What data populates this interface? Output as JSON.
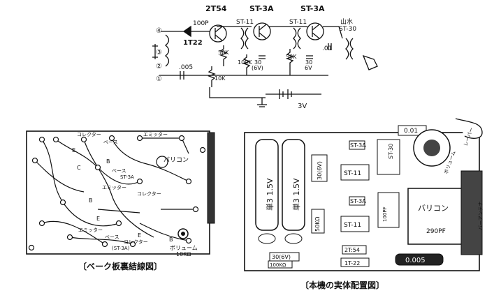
{
  "schematic": {
    "transistors": [
      "2T54",
      "ST-3A",
      "ST-3A"
    ],
    "diode": "1T22",
    "cap_100p": "100P",
    "cap_005": ".005",
    "cap_01": ".01",
    "trans_1": "ST-11",
    "trans_2": "ST-11",
    "speaker_brand": "山水",
    "speaker_trans": "ST-30",
    "r_50k_1": "50K",
    "r_100k": "100K",
    "c_30_6v_1": "30",
    "c_30_6v_1b": "(6V)",
    "r_50k_2": "50K",
    "c_30_6v_2": "30",
    "c_30_6v_2b": "6V",
    "vol_10k": "10K",
    "batt": "3V",
    "terminals": [
      "④",
      "③",
      "②",
      "①"
    ]
  },
  "left_board": {
    "caption": "〔ベーク板裏結線図〕",
    "labels": {
      "collector_1": "コレクター",
      "emitter_1": "エミッター",
      "base_1": "ベース",
      "e1": "E",
      "b1": "B",
      "c1": "C",
      "varicon": "バリコン",
      "base_2": "ベース",
      "st3a_1": "ST-3A",
      "emitter_2": "エミッター",
      "collector_2": "コレクター",
      "b2": "B",
      "e2": "E",
      "emitter_3": "エミッター",
      "base_3": "ベース",
      "collector_3": "コレクター",
      "st3a_2": "(ST-3A)",
      "e3": "E",
      "b3": "B",
      "volume": "ボリューム",
      "volume_val": "10KΩ"
    }
  },
  "right_board": {
    "caption": "〔本機の実体配置図〕",
    "labels": {
      "batt_a": "単3 1.5V",
      "batt_b": "単3 1.5V",
      "st3a_1": "ST-3A",
      "st11_1": "ST-11",
      "st3a_2": "ST-3A",
      "st11_2": "ST-11",
      "st30": "ST-30",
      "cap_30_6v": "30(6V)",
      "r_50k": "50KΩ",
      "cap_30_6v_b": "30(6V)",
      "r_100k": "100KΩ",
      "t254": "2T:54",
      "diode": "1T-22",
      "c_001": "0.01",
      "c_0005": "0.005",
      "varicon": "バリコン",
      "varicon_val": "290PF",
      "cap_100pf": "100PF",
      "volume": "ボリューム",
      "bar_antenna": "バーアンテナ",
      "speaker": "レーバー"
    }
  }
}
